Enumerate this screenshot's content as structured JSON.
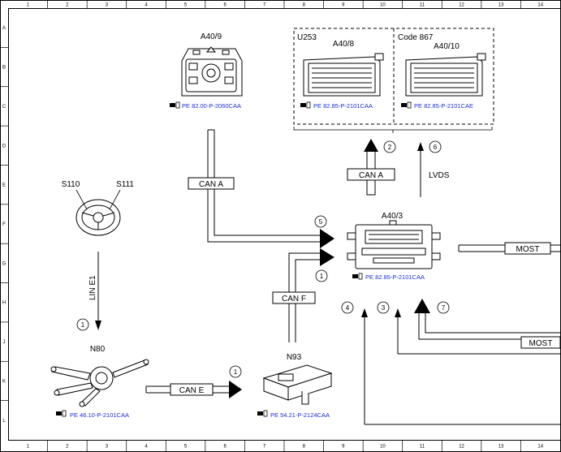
{
  "grid": {
    "columns": [
      "1",
      "2",
      "3",
      "4",
      "5",
      "6",
      "7",
      "8",
      "9",
      "10",
      "11",
      "12",
      "13",
      "14"
    ],
    "rows": [
      "A",
      "B",
      "C",
      "D",
      "E",
      "F",
      "G",
      "H",
      "J",
      "K",
      "L"
    ]
  },
  "components": {
    "a40_9": {
      "label": "A40/9",
      "ref": "PE 82.00-P-2060CAA"
    },
    "a40_8": {
      "group": "U253",
      "label": "A40/8",
      "ref": "PE 82.85-P-2101CAA"
    },
    "a40_10": {
      "group": "Code 867",
      "label": "A40/10",
      "ref": "PE 82.85-P-2101CAE"
    },
    "a40_3": {
      "label": "A40/3",
      "ref": "PE 82.85-P-2101CAA"
    },
    "steering": {
      "left": "S110",
      "right": "S111"
    },
    "n80": {
      "label": "N80",
      "ref": "PE 46.10-P-2101CAA"
    },
    "n93": {
      "label": "N93",
      "ref": "PE 54.21-P-2124CAA"
    }
  },
  "buses": {
    "can_a_left": "CAN A",
    "can_a_top": "CAN A",
    "can_f": "CAN F",
    "can_e": "CAN E",
    "lin": "LIN E1",
    "lvds": "LVDS",
    "most_right": "MOST",
    "most_bottom": "MOST"
  },
  "markers": [
    "1",
    "1",
    "1",
    "2",
    "3",
    "4",
    "5",
    "6",
    "7"
  ]
}
